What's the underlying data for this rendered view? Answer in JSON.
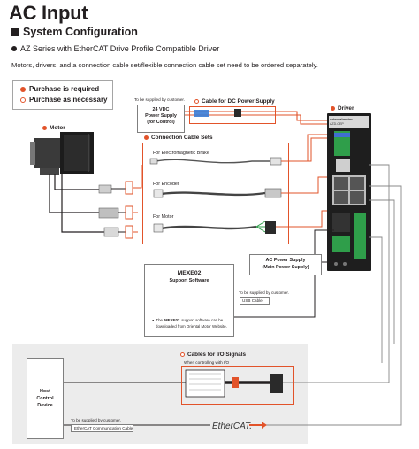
{
  "header": {
    "title": "AC Input",
    "section": "System Configuration",
    "series": "AZ Series with EtherCAT Drive Profile Compatible Driver",
    "note": "Motors, drivers, and a connection cable set/flexible connection cable set need to be ordered separately."
  },
  "legend": {
    "required": "Purchase is required",
    "optional": "Purchase as necessary"
  },
  "labels": {
    "motor": "Motor",
    "driver": "Driver",
    "to_be_supplied": "To be supplied by customer.",
    "power_24v_line1": "24 VDC",
    "power_24v_line2": "Power Supply",
    "power_24v_line3": "(for Control)",
    "cable_dc": "Cable for DC Power Supply",
    "connection_sets": "Connection Cable Sets",
    "brake": "For Electromagnetic Brake",
    "encoder": "For Encoder",
    "motor_cable": "For Motor",
    "ac_power_line1": "AC Power Supply",
    "ac_power_line2": "(Main Power Supply)",
    "mexe_title": "MEXE02",
    "mexe_sub": "Support Software",
    "mexe_note_prefix": "The",
    "mexe_note_bold": "MEXE02",
    "mexe_note_rest": "support software can be",
    "mexe_note_line2": "downloaded from Oriental Motor Website.",
    "usb_supplied": "To be supplied by customer.",
    "usb_cable": "USB Cable",
    "io_cables": "Cables for I/O Signals",
    "io_when": "When controlling with I/O",
    "host_line1": "Host",
    "host_line2": "Control",
    "host_line3": "Device",
    "ethercat_supplied": "To be supplied by customer.",
    "ethercat_cable": "EtherCAT Communication Cable",
    "ethercat_logo": "EtherCAT.",
    "driver_brand": "orientalmotor",
    "driver_model": "AZD-CEP"
  },
  "colors": {
    "accent": "#e2532a",
    "line": "#231f20",
    "panel": "#ececec",
    "driver_green": "#2f9e4a"
  }
}
